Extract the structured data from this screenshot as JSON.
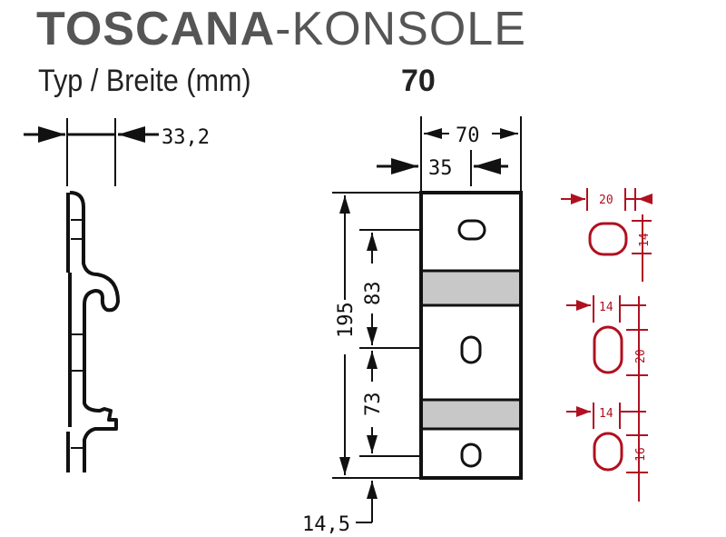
{
  "header": {
    "title_bold": "TOSCANA",
    "title_rest": "-KONSOLE",
    "subtitle": "Typ / Breite (mm)",
    "value": "70"
  },
  "side_view": {
    "depth": "33,2"
  },
  "front_view": {
    "width": "70",
    "half_width": "35",
    "height": "195",
    "upper_spacing": "83",
    "lower_spacing": "73",
    "bottom_offset": "14,5"
  },
  "holes": {
    "top": {
      "width": "20",
      "height": "14"
    },
    "middle": {
      "width": "14",
      "height": "20"
    },
    "bottom": {
      "width": "14",
      "height": "16"
    }
  },
  "colors": {
    "line": "#111111",
    "band": "#c8c8c8",
    "detail": "#b01020",
    "title": "#555555"
  }
}
